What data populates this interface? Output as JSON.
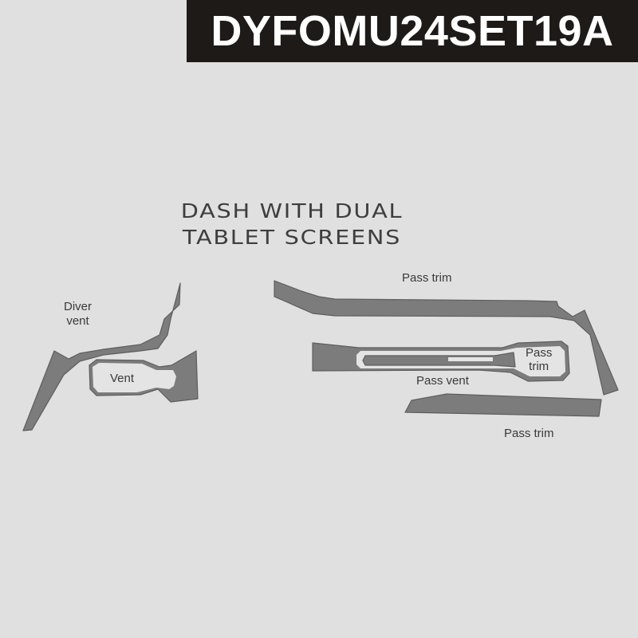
{
  "header": {
    "product_code": "DYFOMU24SET19A"
  },
  "title": {
    "line1": "DASH WITH DUAL",
    "line2": "TABLET SCREENS"
  },
  "colors": {
    "background": "#e0e0e0",
    "banner": "#1e1a18",
    "banner_text": "#ffffff",
    "part_fill": "#7c7c7c",
    "part_outline": "#5e5e5e",
    "label_text": "#3a3a3a"
  },
  "parts": [
    {
      "id": "driver-vent-trim",
      "label_line1": "Diver",
      "label_line2": "vent"
    },
    {
      "id": "driver-vent-surround",
      "label": "Vent"
    },
    {
      "id": "pass-trim-upper",
      "label": "Pass trim"
    },
    {
      "id": "pass-vent-strip",
      "label": "Pass vent"
    },
    {
      "id": "pass-trim-inner",
      "label_line1": "Pass",
      "label_line2": "trim"
    },
    {
      "id": "pass-trim-lower",
      "label": "Pass trim"
    }
  ]
}
